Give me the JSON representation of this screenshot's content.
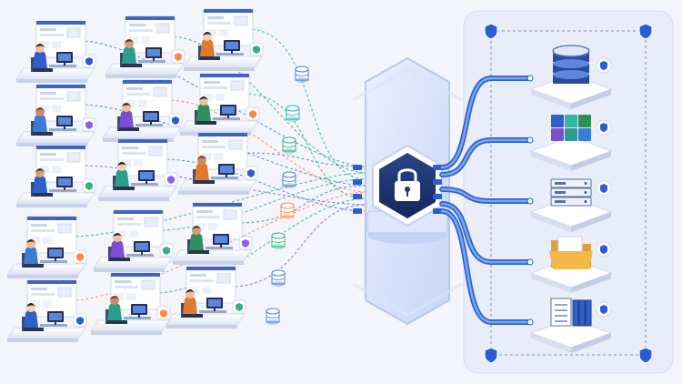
{
  "colors": {
    "background": "#f3f5fb",
    "platform": "#e6eaf6",
    "platform_shadow": "#c9d1e8",
    "screen": "#ffffff",
    "screen_header": "#3f63c7",
    "line_blue": "#4d7fe0",
    "line_green": "#33b27a",
    "line_orange": "#ff8a3d",
    "line_teal": "#27b3c4",
    "line_purple": "#8b5cf6",
    "pipe": "#4d86e6",
    "gateway_dark": "#1f3470",
    "gateway_frame": "#d8e2fb",
    "shield": "#2c5bd6"
  },
  "diagram": {
    "users": {
      "count": 15,
      "badge_icons": [
        "user-shield-icon",
        "doc-badge-icon",
        "chart-badge-icon",
        "user-badge-icon",
        "doc-badge-icon",
        "chart-badge-icon",
        "user-badge-icon",
        "doc-badge-icon",
        "chart-badge-icon",
        "user-badge-icon",
        "doc-badge-icon",
        "chart-badge-icon",
        "user-badge-icon",
        "doc-badge-icon",
        "chart-badge-icon"
      ]
    },
    "data_tokens": {
      "count": 8
    },
    "gateway": {
      "icon": "padlock-icon"
    },
    "resources": [
      {
        "id": "database",
        "icon": "database-icon"
      },
      {
        "id": "blocks",
        "icon": "blocks-icon"
      },
      {
        "id": "server",
        "icon": "server-icon"
      },
      {
        "id": "folder",
        "icon": "folder-icon"
      },
      {
        "id": "documents",
        "icon": "documents-icon"
      }
    ],
    "protected_zone": {
      "shield_icon": "shield-icon"
    }
  }
}
